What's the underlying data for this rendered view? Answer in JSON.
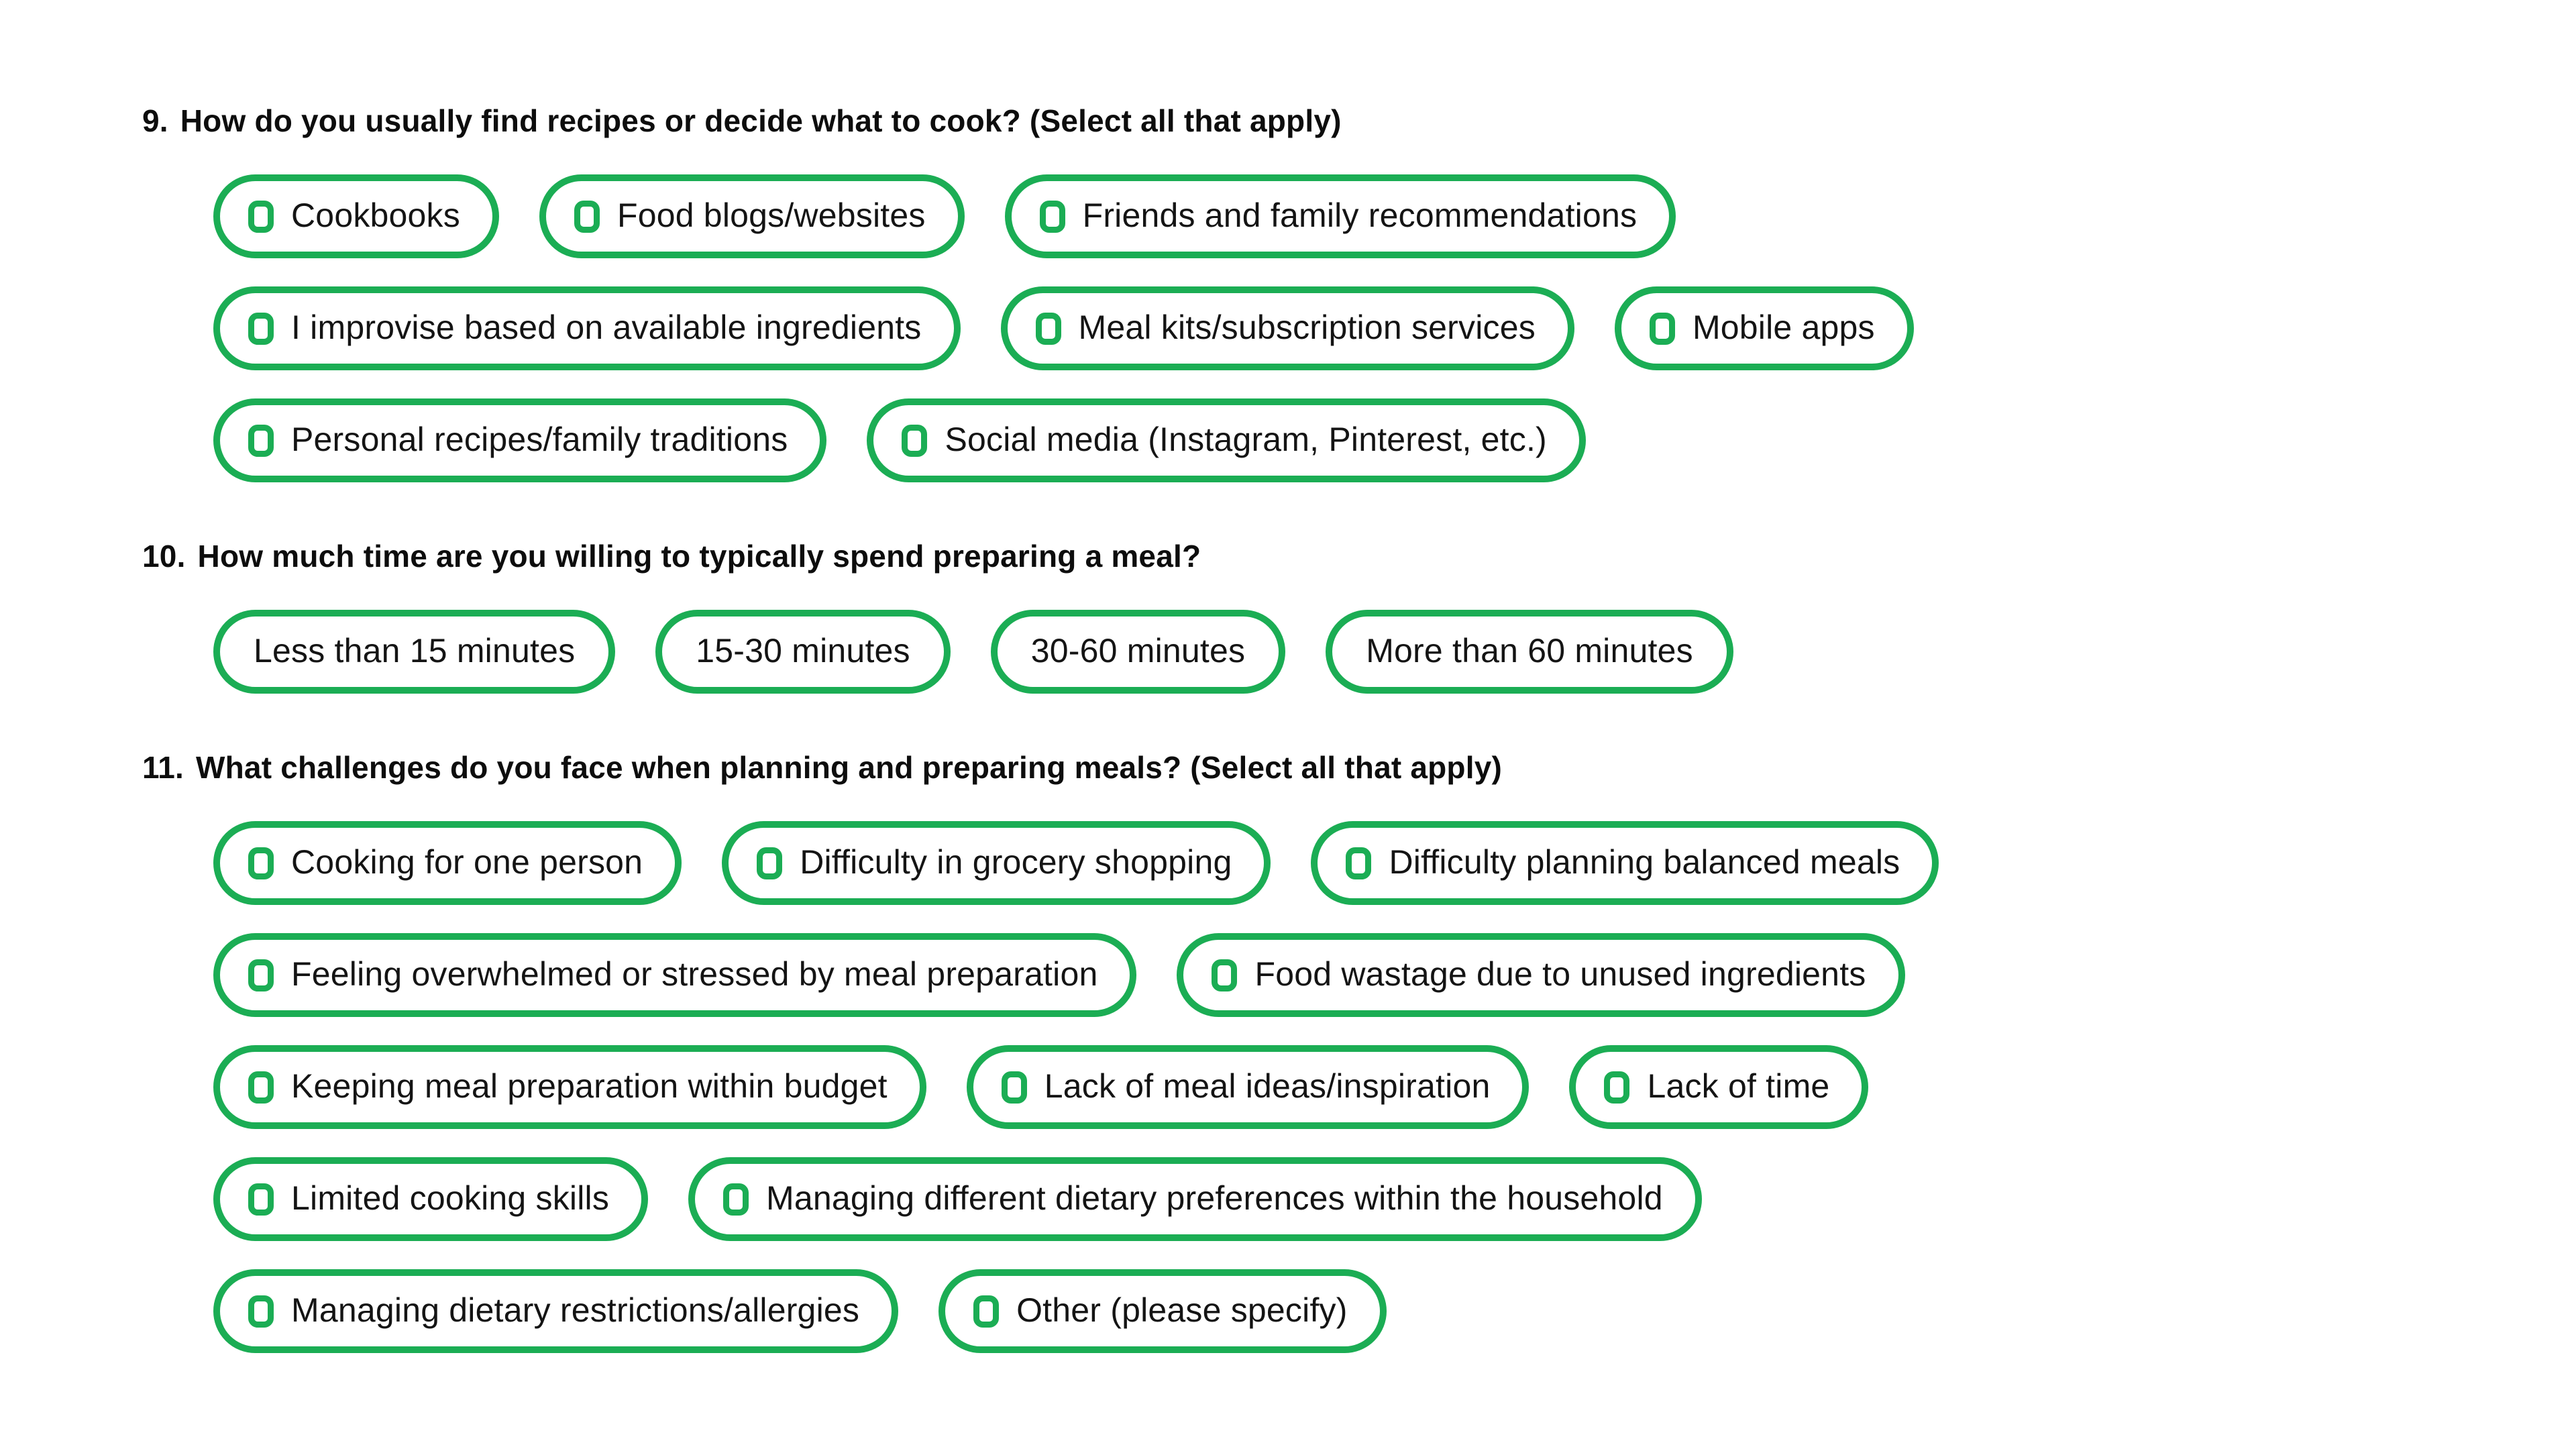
{
  "colors": {
    "accent_green": "#1BAD54",
    "text": "#111111",
    "background": "#ffffff"
  },
  "questions": [
    {
      "number": "9.",
      "text": "How do you usually find recipes or decide what to cook? (Select all that apply)",
      "type": "multi-select-checkbox",
      "rows": [
        [
          "Cookbooks",
          "Food blogs/websites",
          "Friends and family recommendations"
        ],
        [
          "I improvise based on available ingredients",
          "Meal kits/subscription services",
          "Mobile apps"
        ],
        [
          "Personal recipes/family traditions",
          "Social media (Instagram, Pinterest, etc.)"
        ]
      ]
    },
    {
      "number": "10.",
      "text": "How much time are you willing to typically spend preparing a meal?",
      "type": "single-select",
      "rows": [
        [
          "Less than 15 minutes",
          "15-30 minutes",
          "30-60 minutes",
          "More than 60 minutes"
        ]
      ]
    },
    {
      "number": "11.",
      "text": "What challenges do you face when planning and preparing meals? (Select all that apply)",
      "type": "multi-select-checkbox",
      "rows": [
        [
          "Cooking for one person",
          "Difficulty in grocery shopping",
          "Difficulty planning balanced meals"
        ],
        [
          "Feeling overwhelmed or stressed by meal preparation",
          "Food wastage due to unused ingredients"
        ],
        [
          "Keeping meal preparation within budget",
          "Lack of meal ideas/inspiration",
          "Lack of time"
        ],
        [
          "Limited cooking skills",
          "Managing different dietary preferences within the household"
        ],
        [
          "Managing dietary restrictions/allergies",
          "Other (please specify)"
        ]
      ]
    }
  ]
}
